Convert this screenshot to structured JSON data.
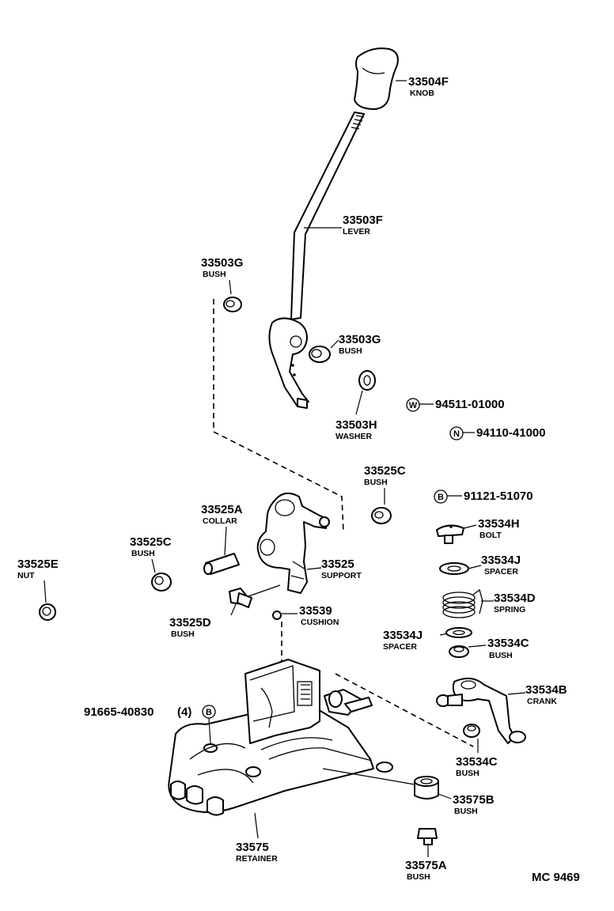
{
  "diagram_id": "MC 9469",
  "callouts": {
    "knob": {
      "part_no": "33504F",
      "name": "KNOB"
    },
    "lever": {
      "part_no": "33503F",
      "name": "LEVER"
    },
    "bush_left": {
      "part_no": "33503G",
      "name": "BUSH"
    },
    "bush_right": {
      "part_no": "33503G",
      "name": "BUSH"
    },
    "washer": {
      "part_no": "33503H",
      "name": "WASHER"
    },
    "w_part": {
      "symbol": "W",
      "part_no": "94511-01000"
    },
    "n_part": {
      "symbol": "N",
      "part_no": "94110-41000"
    },
    "b_part": {
      "symbol": "B",
      "part_no": "91121-51070"
    },
    "bush_33525c_r": {
      "part_no": "33525C",
      "name": "BUSH"
    },
    "collar": {
      "part_no": "33525A",
      "name": "COLLAR"
    },
    "bush_33525c_l": {
      "part_no": "33525C",
      "name": "BUSH"
    },
    "nut": {
      "part_no": "33525E",
      "name": "NUT"
    },
    "support": {
      "part_no": "33525",
      "name": "SUPPORT"
    },
    "bush_33525d": {
      "part_no": "33525D",
      "name": "BUSH"
    },
    "cushion": {
      "part_no": "33539",
      "name": "CUSHION"
    },
    "bolt": {
      "part_no": "33534H",
      "name": "BOLT"
    },
    "spacer_top": {
      "part_no": "33534J",
      "name": "SPACER"
    },
    "spring": {
      "part_no": "33534D",
      "name": "SPRING"
    },
    "spacer_mid": {
      "part_no": "33534J",
      "name": "SPACER"
    },
    "bush_33534c_top": {
      "part_no": "33534C",
      "name": "BUSH"
    },
    "crank": {
      "part_no": "33534B",
      "name": "CRANK"
    },
    "bolt_91665": {
      "part_no": "91665-40830",
      "qty": "(4)",
      "symbol": "B"
    },
    "bush_33534c_bot": {
      "part_no": "33534C",
      "name": "BUSH"
    },
    "bush_33575b": {
      "part_no": "33575B",
      "name": "BUSH"
    },
    "retainer": {
      "part_no": "33575",
      "name": "RETAINER"
    },
    "bush_33575a": {
      "part_no": "33575A",
      "name": "BUSH"
    }
  }
}
